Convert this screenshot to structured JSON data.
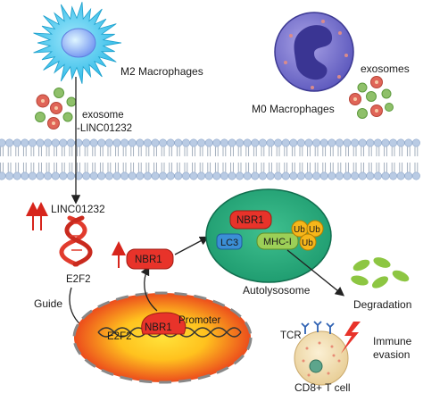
{
  "labels": {
    "m2_macrophages": "M2 Macrophages",
    "m0_macrophages": "M0 Macrophages",
    "exosomes": "exosomes",
    "exosome_line1": "exosome",
    "exosome_line2": "-LINC01232",
    "linc01232": "LINC01232",
    "e2f2_rna": "E2F2",
    "guide": "Guide",
    "e2f2_nucleus": "E2F2",
    "nbr1_nucleus": "NBR1",
    "promoter": "Promoter",
    "nbr1_cytoplasm": "NBR1",
    "nbr1_autolysosome": "NBR1",
    "lc3": "LC3",
    "mhc_i": "MHC-I",
    "ub_1": "Ub",
    "ub_2": "Ub",
    "ub_3": "Ub",
    "autolysosome": "Autolysosome",
    "degradation": "Degradation",
    "tcr": "TCR",
    "cd8_t_cell": "CD8+ T cell",
    "immune_evasion_line1": "Immune",
    "immune_evasion_line2": "evasion"
  },
  "colors": {
    "membrane_head": "#b9cbe4",
    "membrane_tail": "#9aa7b6",
    "m2_cell": "#37c3ec",
    "m2_nucleus": "#6b8ff0",
    "m0_cell": "#4c4fa8",
    "m0_nucleus": "#2c2c7c",
    "autolysosome": "#27aa7e",
    "nbr1_box": "#e8332a",
    "lc3_box": "#3b8fd6",
    "mhc_box": "#9ccf57",
    "ub_circle": "#f6b61a",
    "rna_helix": "#e13b2d",
    "up_arrow": "#d7251c",
    "nucleus_outer": "#e73a1f",
    "nucleus_inner": "#ffd618",
    "degradation_fragment": "#8dc642",
    "t_cell": "#f4e1b2",
    "t_cell_nucleus": "#5da58c",
    "lightning": "#e8332a",
    "exosome_red": "#e06558",
    "exosome_green": "#8fc06a"
  },
  "icons": {
    "m2_macrophage": "spiky-cell-icon",
    "m0_macrophage": "monocyte-cell-icon",
    "lightning": "lightning-bolt-icon",
    "upregulation": "up-arrow-icon"
  }
}
